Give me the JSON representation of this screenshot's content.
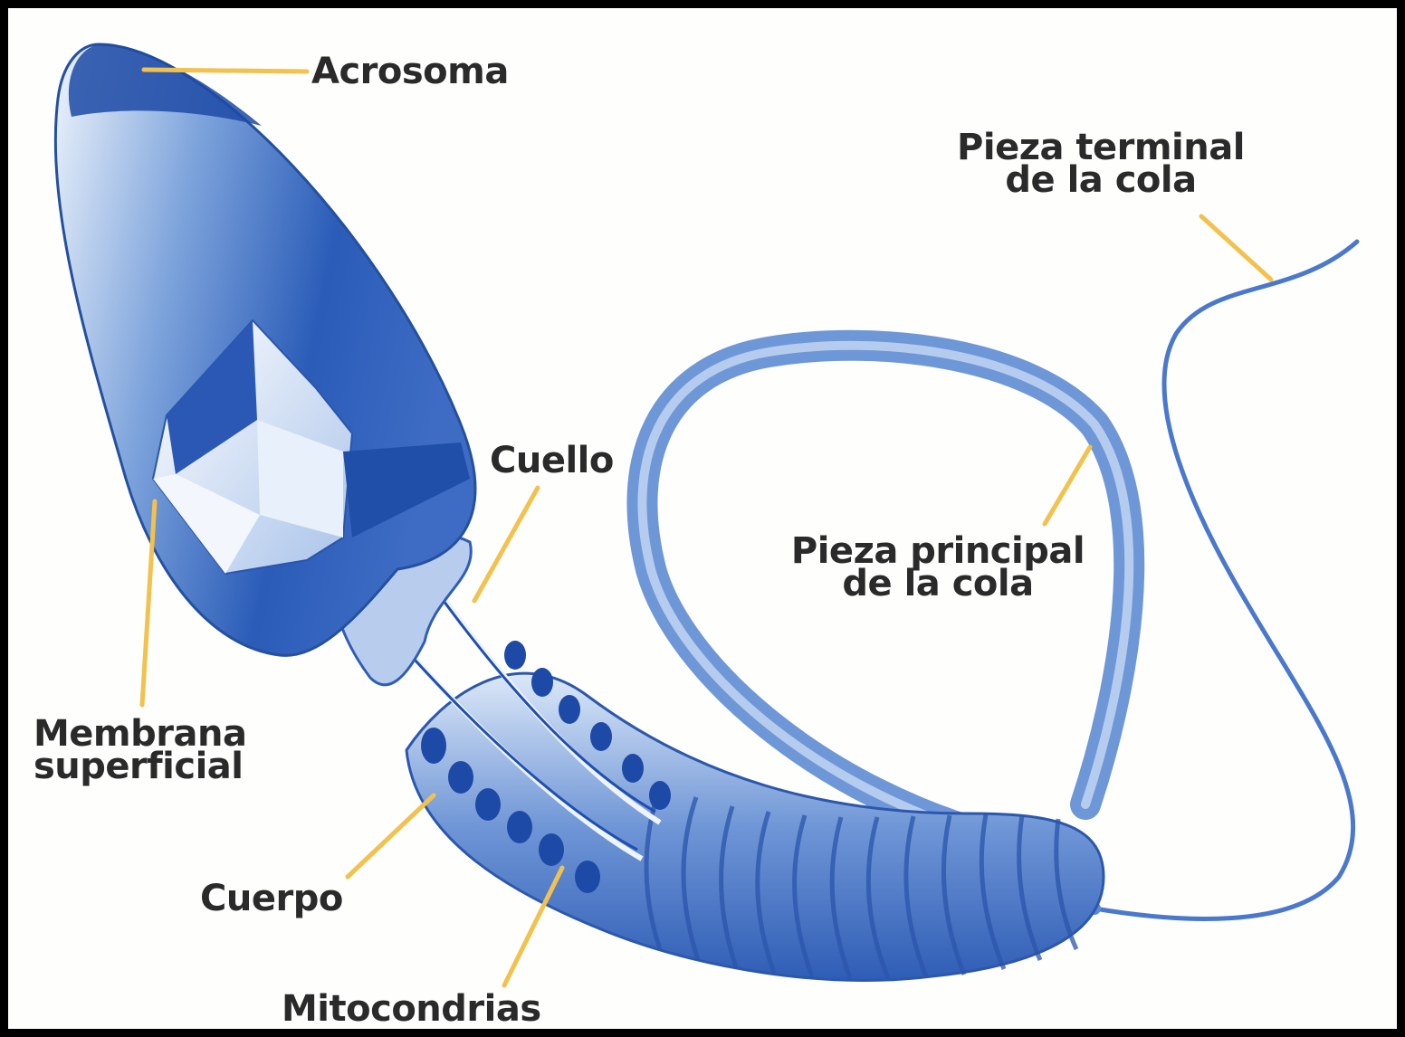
{
  "labels": {
    "acrosoma": "Acrosoma",
    "pieza_terminal": [
      "Pieza terminal",
      "de la cola"
    ],
    "cuello": "Cuello",
    "pieza_principal": [
      "Pieza principal",
      "de la cola"
    ],
    "membrana": [
      "Membrana",
      "superficial"
    ],
    "cuerpo": "Cuerpo",
    "mitocondrias": "Mitocondrias"
  },
  "colors": {
    "leader": "#f2c14e",
    "label_text": "#2a2a2a",
    "dark_blue": "#1f4fb0",
    "mid_blue": "#4f7fd0",
    "light_blue": "#cfe0f7",
    "frame": "#000000"
  }
}
